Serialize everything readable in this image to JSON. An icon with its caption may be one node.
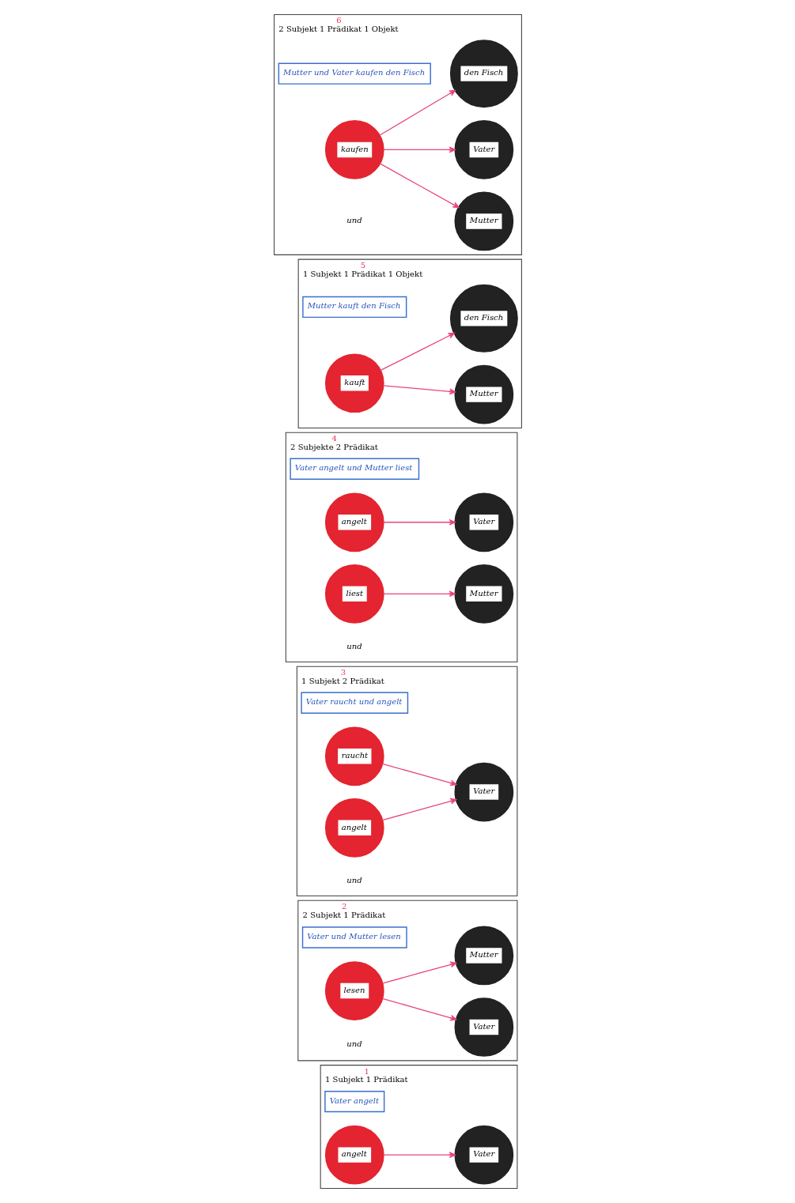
{
  "diagram": {
    "nodes": [
      {
        "text": [
          "1",
          "1 Subjekt 1 Prädikat"
        ]
      },
      {
        "text": [
          "Vater angelt"
        ],
        "in": 0
      },
      {
        "text": [
          "Vater"
        ],
        "in": 0
      },
      {
        "text": [
          "angelt"
        ],
        "in": 0
      },
      {
        "text": [
          "2",
          "2 Subjekt 1 Prädikat"
        ]
      },
      {
        "text": [
          "Vater und Mutter lesen"
        ],
        "in": 4
      },
      {
        "text": [
          "Vater"
        ],
        "in": 4
      },
      {
        "text": [
          "Mutter"
        ],
        "in": 4
      },
      {
        "text": [
          "lesen"
        ],
        "in": 4
      },
      {
        "text": [
          "3",
          "1 Subjekt 2 Prädikat"
        ]
      },
      {
        "text": [
          "Vater raucht und angelt"
        ],
        "in": 9
      },
      {
        "text": [
          "Vater"
        ],
        "in": 9
      },
      {
        "text": [
          "raucht"
        ],
        "in": 9
      },
      {
        "text": [
          "angelt"
        ],
        "in": 9
      },
      {
        "text": [
          "4",
          "2 Subjekte 2 Prädikat"
        ]
      },
      {
        "text": [
          "Vater angelt und Mutter liest"
        ],
        "in": 14
      },
      {
        "text": [
          "Vater"
        ],
        "in": 14
      },
      {
        "text": [
          "Mutter"
        ],
        "in": 14
      },
      {
        "text": [
          "angelt"
        ],
        "in": 14
      },
      {
        "text": [
          "liest"
        ],
        "in": 14
      },
      {
        "text": [
          "5",
          "1 Subjekt 1 Prädikat 1 Objekt"
        ]
      },
      {
        "text": [
          "Mutter kauft den Fisch"
        ],
        "in": 20
      },
      {
        "text": [
          "Mutter"
        ],
        "in": 20
      },
      {
        "text": [
          "kauft"
        ],
        "in": 20
      },
      {
        "text": [
          "den Fisch"
        ],
        "in": 20
      },
      {
        "text": [
          "6",
          "2 Subjekt 1 Prädikat 1 Objekt"
        ]
      },
      {
        "text": [
          "Mutter und Vater kaufen den Fisch"
        ],
        "in": 25
      },
      {
        "text": [
          "Mutter"
        ],
        "in": 25
      },
      {
        "text": [
          "Vater"
        ],
        "in": 25
      },
      {
        "text": [
          "kaufen"
        ],
        "in": 25
      },
      {
        "text": [
          "den Fisch"
        ],
        "in": 25
      }
    ],
    "edges": [
      {
        "from": 3,
        "to": 2,
        "arrow": "to"
      },
      {
        "from": 8,
        "to": 6,
        "arrow": "to"
      },
      {
        "from": 8,
        "to": 7,
        "arrow": "to"
      },
      {
        "from": 12,
        "to": 11,
        "arrow": "to"
      },
      {
        "from": 13,
        "to": 11,
        "arrow": "to"
      },
      {
        "from": 18,
        "to": 16,
        "arrow": "to"
      },
      {
        "from": 19,
        "to": 17,
        "arrow": "to"
      },
      {
        "from": 23,
        "to": 22,
        "arrow": "to"
      },
      {
        "from": 23,
        "to": 24,
        "arrow": "to"
      },
      {
        "from": 29,
        "to": 27,
        "arrow": "to"
      },
      {
        "from": 29,
        "to": 28,
        "arrow": "to"
      },
      {
        "from": 29,
        "to": 30,
        "arrow": "to"
      }
    ],
    "labels": [
      "und",
      "und",
      "und",
      "und"
    ]
  }
}
